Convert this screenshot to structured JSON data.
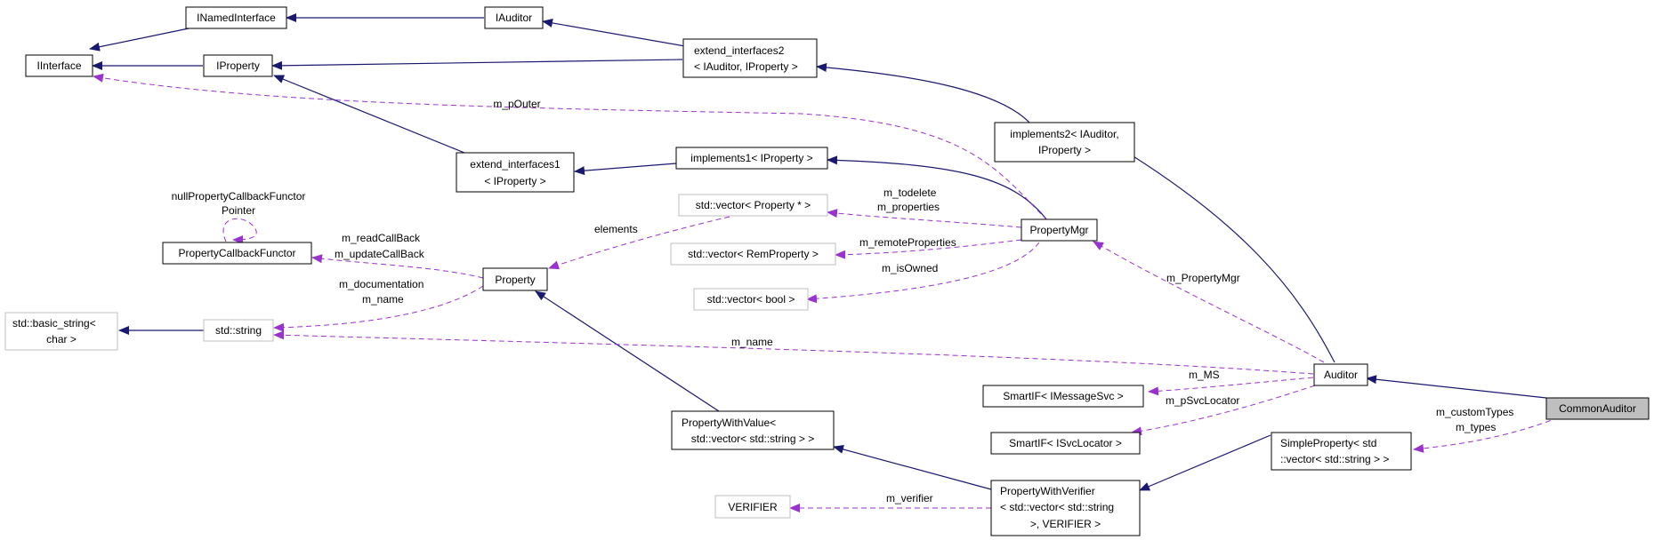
{
  "colors": {
    "inheritance_edge": "#191970",
    "usage_edge": "#9a32cd",
    "target_node_fill": "#bfbfbf",
    "external_node_border": "#bfbfbf"
  },
  "nodes": {
    "inamedinterface": [
      "INamedInterface"
    ],
    "iauditor": [
      "IAuditor"
    ],
    "iinterface": [
      "IInterface"
    ],
    "iproperty": [
      "IProperty"
    ],
    "extend_interfaces2": [
      "extend_interfaces2",
      "< IAuditor, IProperty >"
    ],
    "implements2": [
      "implements2< IAuditor,",
      "IProperty >"
    ],
    "extend_interfaces1": [
      "extend_interfaces1",
      "< IProperty >"
    ],
    "implements1": [
      "implements1< IProperty >"
    ],
    "vector_property_ptr": [
      "std::vector< Property * >"
    ],
    "vector_remproperty": [
      "std::vector< RemProperty >"
    ],
    "vector_bool": [
      "std::vector< bool >"
    ],
    "propertymgr": [
      "PropertyMgr"
    ],
    "propertycallbackfunctor": [
      "PropertyCallbackFunctor"
    ],
    "property": [
      "Property"
    ],
    "basic_string": [
      "std::basic_string<",
      "char >"
    ],
    "std_string": [
      "std::string"
    ],
    "smartif_imessagesvc": [
      "SmartIF< IMessageSvc >"
    ],
    "smartif_isvclocator": [
      "SmartIF< ISvcLocator >"
    ],
    "auditor": [
      "Auditor"
    ],
    "commonauditor": [
      "CommonAuditor"
    ],
    "propertywithvalue": [
      "PropertyWithValue<",
      "std::vector< std::string > >"
    ],
    "simpleproperty": [
      "SimpleProperty< std",
      "::vector< std::string > >"
    ],
    "propertywithverifier": [
      "PropertyWithVerifier",
      "< std::vector< std::string",
      ">, VERIFIER >"
    ],
    "verifier": [
      "VERIFIER"
    ]
  },
  "edge_labels": {
    "m_pOuter": [
      "m_pOuter"
    ],
    "null_callback": [
      "nullPropertyCallbackFunctor",
      "Pointer"
    ],
    "callbacks": [
      "m_readCallBack",
      "m_updateCallBack"
    ],
    "doc_name": [
      "m_documentation",
      "m_name"
    ],
    "elements": [
      "elements"
    ],
    "todelete": [
      "m_todelete",
      "m_properties"
    ],
    "remote": [
      "m_remoteProperties"
    ],
    "isowned": [
      "m_isOwned"
    ],
    "propmgr": [
      "m_PropertyMgr"
    ],
    "m_name": [
      "m_name"
    ],
    "m_ms": [
      "m_MS"
    ],
    "svcloc": [
      "m_pSvcLocator"
    ],
    "customtypes": [
      "m_customTypes",
      "m_types"
    ],
    "verifier": [
      "m_verifier"
    ]
  }
}
